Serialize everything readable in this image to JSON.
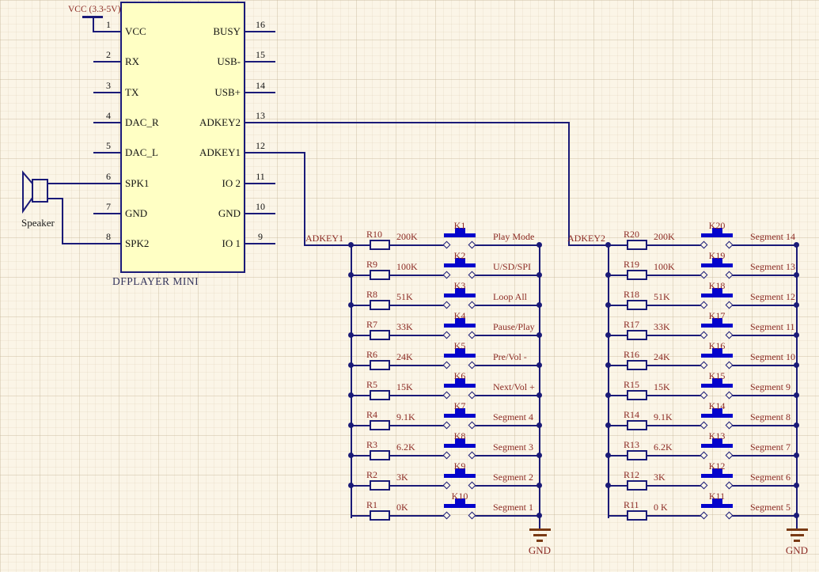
{
  "schematic": {
    "power_label": "VCC (3.3-5V)",
    "speaker_label": "Speaker",
    "ic": {
      "title": "DFPLAYER MINI",
      "left_pins": [
        {
          "num": "1",
          "name": "VCC"
        },
        {
          "num": "2",
          "name": "RX"
        },
        {
          "num": "3",
          "name": "TX"
        },
        {
          "num": "4",
          "name": "DAC_R"
        },
        {
          "num": "5",
          "name": "DAC_L"
        },
        {
          "num": "6",
          "name": "SPK1"
        },
        {
          "num": "7",
          "name": "GND"
        },
        {
          "num": "8",
          "name": "SPK2"
        }
      ],
      "right_pins": [
        {
          "num": "16",
          "name": "BUSY"
        },
        {
          "num": "15",
          "name": "USB-"
        },
        {
          "num": "14",
          "name": "USB+"
        },
        {
          "num": "13",
          "name": "ADKEY2"
        },
        {
          "num": "12",
          "name": "ADKEY1"
        },
        {
          "num": "11",
          "name": "IO 2"
        },
        {
          "num": "10",
          "name": "GND"
        },
        {
          "num": "9",
          "name": "IO 1"
        }
      ]
    },
    "adkey1": {
      "net_label": "ADKEY1",
      "gnd_label": "GND",
      "rows": [
        {
          "ref": "R10",
          "value": "200K",
          "key": "K1",
          "function": "Play Mode"
        },
        {
          "ref": "R9",
          "value": "100K",
          "key": "K2",
          "function": "U/SD/SPI"
        },
        {
          "ref": "R8",
          "value": "51K",
          "key": "K3",
          "function": "Loop All"
        },
        {
          "ref": "R7",
          "value": "33K",
          "key": "K4",
          "function": "Pause/Play"
        },
        {
          "ref": "R6",
          "value": "24K",
          "key": "K5",
          "function": "Pre/Vol -"
        },
        {
          "ref": "R5",
          "value": "15K",
          "key": "K6",
          "function": "Next/Vol +"
        },
        {
          "ref": "R4",
          "value": "9.1K",
          "key": "K7",
          "function": "Segment 4"
        },
        {
          "ref": "R3",
          "value": "6.2K",
          "key": "K8",
          "function": "Segment 3"
        },
        {
          "ref": "R2",
          "value": "3K",
          "key": "K9",
          "function": "Segment 2"
        },
        {
          "ref": "R1",
          "value": "0K",
          "key": "K10",
          "function": "Segment 1"
        }
      ]
    },
    "adkey2": {
      "net_label": "ADKEY2",
      "gnd_label": "GND",
      "rows": [
        {
          "ref": "R20",
          "value": "200K",
          "key": "K20",
          "function": "Segment 14"
        },
        {
          "ref": "R19",
          "value": "100K",
          "key": "K19",
          "function": "Segment 13"
        },
        {
          "ref": "R18",
          "value": "51K",
          "key": "K18",
          "function": "Segment 12"
        },
        {
          "ref": "R17",
          "value": "33K",
          "key": "K17",
          "function": "Segment 11"
        },
        {
          "ref": "R16",
          "value": "24K",
          "key": "K16",
          "function": "Segment 10"
        },
        {
          "ref": "R15",
          "value": "15K",
          "key": "K15",
          "function": "Segment 9"
        },
        {
          "ref": "R14",
          "value": "9.1K",
          "key": "K14",
          "function": "Segment 8"
        },
        {
          "ref": "R13",
          "value": "6.2K",
          "key": "K13",
          "function": "Segment 7"
        },
        {
          "ref": "R12",
          "value": "3K",
          "key": "K12",
          "function": "Segment 6"
        },
        {
          "ref": "R11",
          "value": "0 K",
          "key": "K11",
          "function": "Segment 5"
        }
      ]
    },
    "colors": {
      "wire": "#1A1A78",
      "ic_fill": "#FFFFC4",
      "button_blue": "#0404CC",
      "label_maroon": "#8C2B24",
      "gnd_brown": "#7A3A14"
    }
  }
}
